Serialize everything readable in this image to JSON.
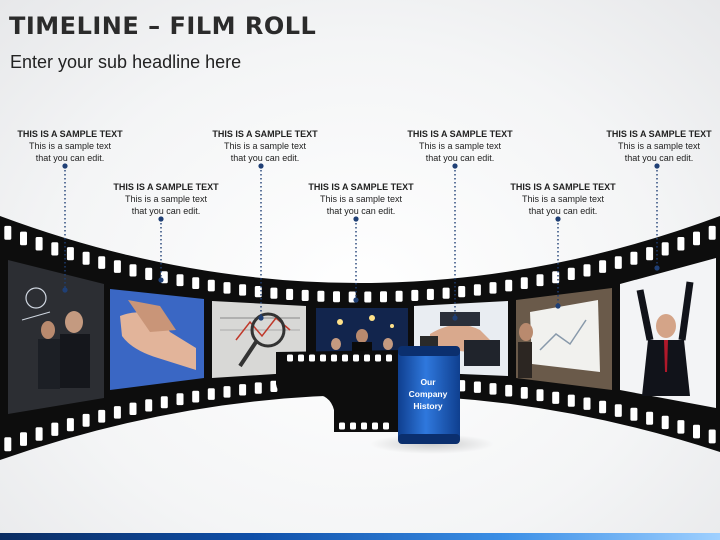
{
  "slide": {
    "title": "TIMELINE – FILM ROLL",
    "subtitle": "Enter your sub headline here"
  },
  "milestones": [
    {
      "heading": "THIS IS A SAMPLE TEXT",
      "line1": "This is a sample text",
      "line2": "that you can edit."
    },
    {
      "heading": "THIS IS A SAMPLE TEXT",
      "line1": "This is a sample text",
      "line2": "that you can edit."
    },
    {
      "heading": "THIS IS A SAMPLE TEXT",
      "line1": "This is a sample text",
      "line2": "that you can edit."
    },
    {
      "heading": "THIS IS A SAMPLE TEXT",
      "line1": "This is a sample text",
      "line2": "that you can edit."
    },
    {
      "heading": "THIS IS A SAMPLE TEXT",
      "line1": "This is a sample text",
      "line2": "that you can edit."
    },
    {
      "heading": "THIS IS A SAMPLE TEXT",
      "line1": "This is a sample text",
      "line2": "that you can edit."
    },
    {
      "heading": "THIS IS A SAMPLE TEXT",
      "line1": "This is a sample text",
      "line2": "that you can edit."
    }
  ],
  "canister": {
    "line1": "Our",
    "line2": "Company",
    "line3": "History"
  },
  "colors": {
    "film": "#0d0d0d",
    "connector": "#1f3f75",
    "canister": "#1f63c6",
    "accent": "#0f4fa8"
  }
}
